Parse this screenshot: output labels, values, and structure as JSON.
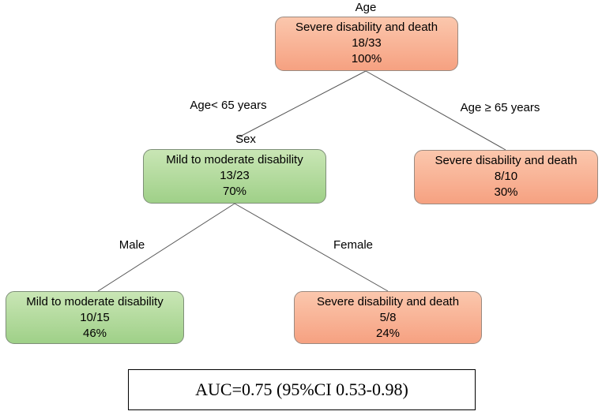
{
  "root": {
    "split_label": "Age",
    "outcome": "Severe disability and death",
    "count": "18/33",
    "percent": "100%",
    "color": "#f8ab8c"
  },
  "age_branches": {
    "left_label": "Age< 65 years",
    "right_label": "Age ≥ 65 years"
  },
  "age_under_65": {
    "split_label": "Sex",
    "outcome": "Mild to moderate disability",
    "count": "13/23",
    "percent": "70%",
    "color": "#afd899"
  },
  "age_65_plus": {
    "outcome": "Severe disability and death",
    "count": "8/10",
    "percent": "30%",
    "color": "#f8ab8c"
  },
  "sex_branches": {
    "left_label": "Male",
    "right_label": "Female"
  },
  "male": {
    "outcome": "Mild to moderate disability",
    "count": "10/15",
    "percent": "46%",
    "color": "#afd899"
  },
  "female": {
    "outcome": "Severe disability and death",
    "count": "5/8",
    "percent": "24%",
    "color": "#f8ab8c"
  },
  "auc": {
    "text": "AUC=0.75 (95%CI 0.53-0.98)"
  }
}
